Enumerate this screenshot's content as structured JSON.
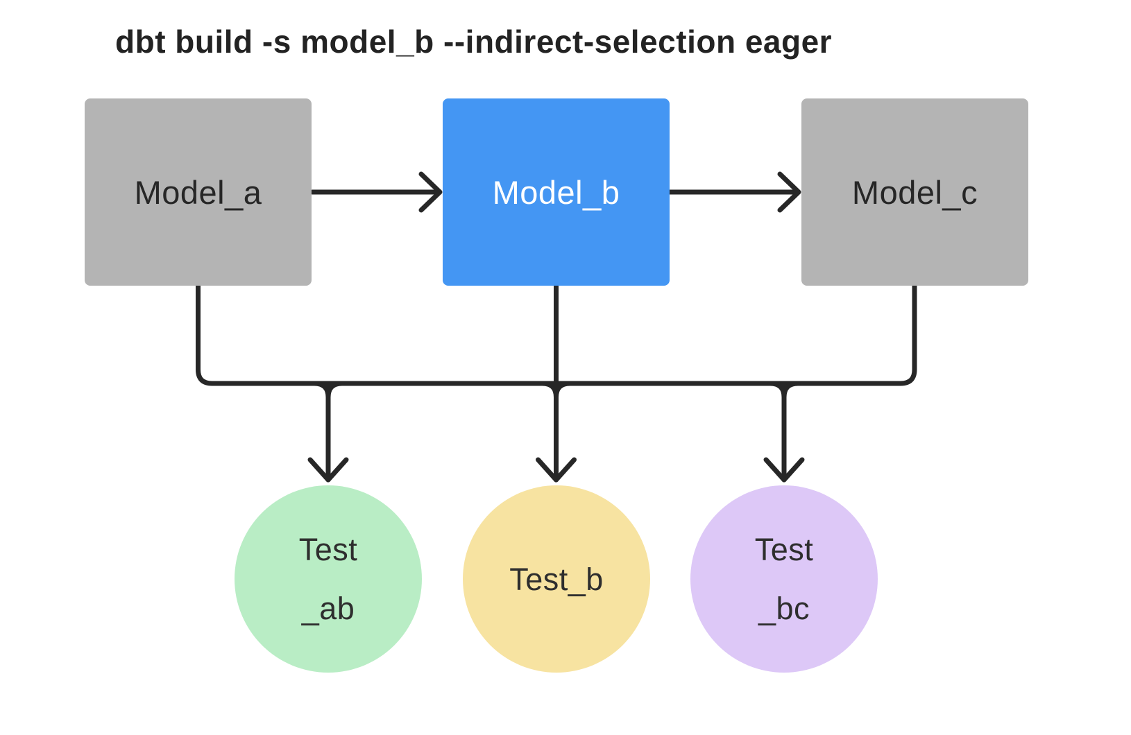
{
  "title": "dbt build -s model_b --indirect-selection eager",
  "colors": {
    "background": "#ffffff",
    "title_text": "#232323",
    "connector": "#272727",
    "model_default": "#b4b4b4",
    "model_selected": "#4496f3",
    "model_text": "#262626",
    "model_selected_text": "#ffffff",
    "test_text": "#2e2e2e",
    "test_ab_fill": "#b9edc5",
    "test_b_fill": "#f7e3a1",
    "test_bc_fill": "#ddc8f7"
  },
  "models": [
    {
      "id": "model_a",
      "label": "Model_a",
      "selected": false
    },
    {
      "id": "model_b",
      "label": "Model_b",
      "selected": true
    },
    {
      "id": "model_c",
      "label": "Model_c",
      "selected": false
    }
  ],
  "tests": [
    {
      "id": "test_ab",
      "label": "Test _ab",
      "line1": "Test",
      "line2": "_ab"
    },
    {
      "id": "test_b",
      "label": "Test_b",
      "line1": "Test_b",
      "line2": ""
    },
    {
      "id": "test_bc",
      "label": "Test _bc",
      "line1": "Test",
      "line2": "_bc"
    }
  ],
  "edges": [
    {
      "from": "model_a",
      "to": "model_b"
    },
    {
      "from": "model_b",
      "to": "model_c"
    },
    {
      "from": "model_a",
      "to": "test_ab"
    },
    {
      "from": "model_b",
      "to": "test_ab"
    },
    {
      "from": "model_b",
      "to": "test_b"
    },
    {
      "from": "model_b",
      "to": "test_bc"
    },
    {
      "from": "model_c",
      "to": "test_bc"
    }
  ]
}
